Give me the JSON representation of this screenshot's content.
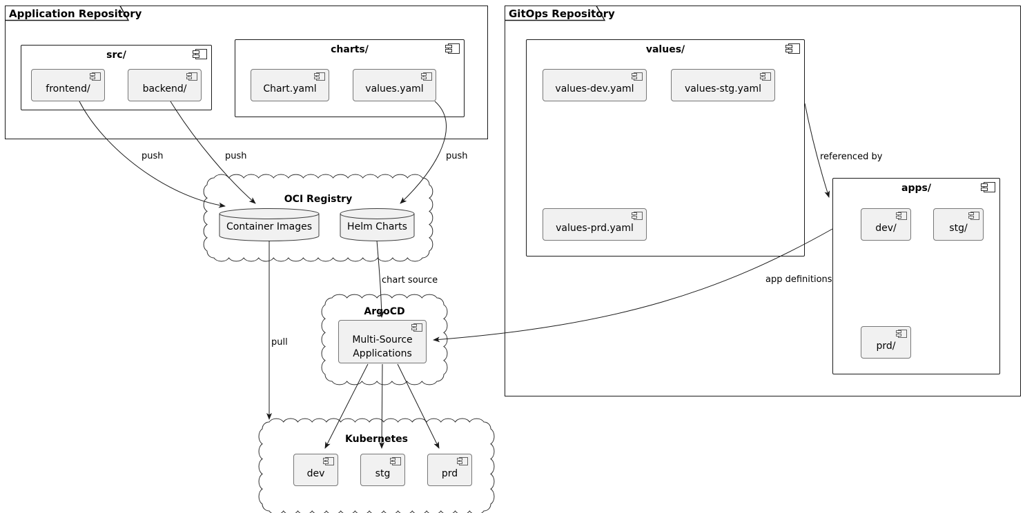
{
  "frames": {
    "app_repo": {
      "title": "Application Repository"
    },
    "gitops_repo": {
      "title": "GitOps Repository"
    }
  },
  "packages": {
    "src": {
      "title": "src/",
      "components": [
        {
          "label": "frontend/"
        },
        {
          "label": "backend/"
        }
      ]
    },
    "charts": {
      "title": "charts/",
      "components": [
        {
          "label": "Chart.yaml"
        },
        {
          "label": "values.yaml"
        }
      ]
    },
    "values": {
      "title": "values/",
      "components": [
        {
          "label": "values-dev.yaml"
        },
        {
          "label": "values-stg.yaml"
        },
        {
          "label": "values-prd.yaml"
        }
      ]
    },
    "apps": {
      "title": "apps/",
      "components": [
        {
          "label": "dev/"
        },
        {
          "label": "stg/"
        },
        {
          "label": "prd/"
        }
      ]
    }
  },
  "clouds": {
    "oci_registry": {
      "title": "OCI Registry",
      "databases": [
        {
          "label": "Container Images"
        },
        {
          "label": "Helm Charts"
        }
      ]
    },
    "argocd": {
      "title": "ArgoCD",
      "components": [
        {
          "label": "Multi-Source Applications"
        }
      ]
    },
    "kubernetes": {
      "title": "Kubernetes",
      "components": [
        {
          "label": "dev"
        },
        {
          "label": "stg"
        },
        {
          "label": "prd"
        }
      ]
    }
  },
  "edges": {
    "push_frontend": {
      "label": "push"
    },
    "push_backend": {
      "label": "push"
    },
    "push_chart": {
      "label": "push"
    },
    "chart_source": {
      "label": "chart source"
    },
    "pull": {
      "label": "pull"
    },
    "referenced_by": {
      "label": "referenced by"
    },
    "app_definitions": {
      "label": "app definitions"
    }
  },
  "icons": {
    "component_icon": "uml-component-symbol"
  },
  "colors": {
    "background": "#ffffff",
    "node_fill": "#f1f1f1",
    "node_border": "#767676",
    "frame_border": "#181818",
    "line": "#1a1a1a",
    "text": "#000000"
  }
}
